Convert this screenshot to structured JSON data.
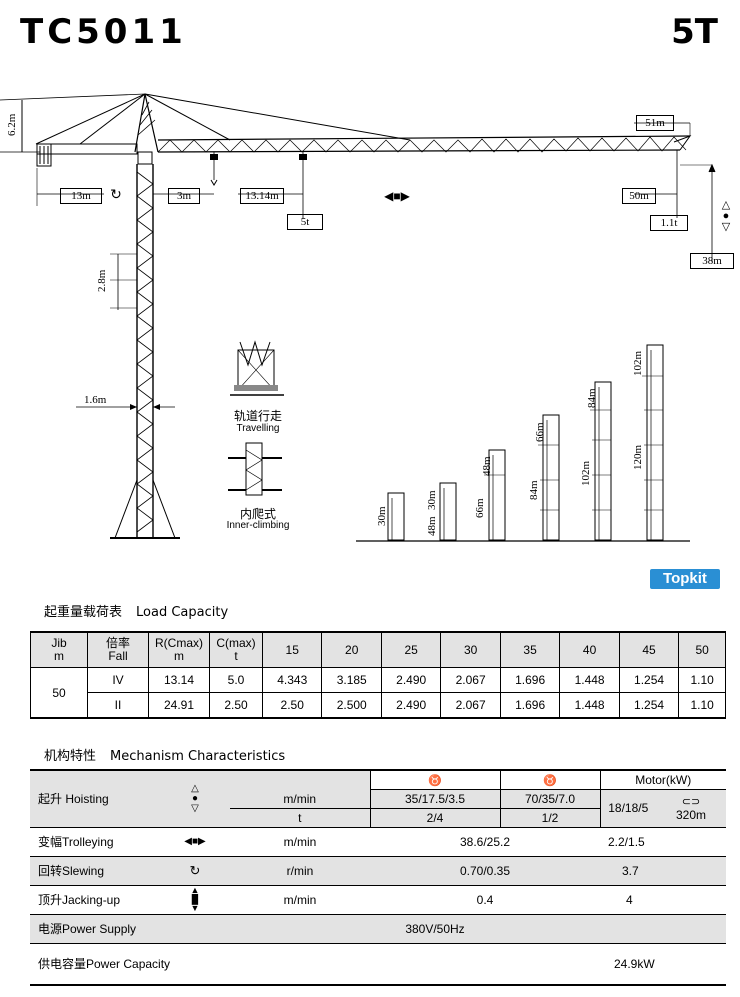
{
  "header": {
    "model": "TC5011",
    "capacity": "5T"
  },
  "diagram": {
    "dims": {
      "height_top": "6.2m",
      "counter_jib": "13m",
      "trolley_start": "3m",
      "radius": "13.14m",
      "max_load": "5t",
      "jib_tip": "51m",
      "radius_end": "50m",
      "tip_load": "1.1t",
      "hook_height": "38m",
      "section": "2.8m",
      "mast_width": "1.6m"
    },
    "modes": {
      "travelling_cn": "轨道行走",
      "travelling_en": "Travelling",
      "climbing_cn": "内爬式",
      "climbing_en": "Inner-climbing"
    },
    "heights": {
      "h1": "30m",
      "h2_top": "30m",
      "h2_bottom": "48m",
      "h3_top": "48m",
      "h3_bottom": "66m",
      "h4_top": "66m",
      "h4_bottom": "84m",
      "h5_top": "84m",
      "h5_bottom": "102m",
      "h6_top": "102m",
      "h6_bottom": "120m"
    },
    "brand": "Topkit"
  },
  "load_capacity": {
    "title_cn": "起重量载荷表",
    "title_en": "Load Capacity",
    "headers": {
      "jib": "Jib",
      "jib_unit": "m",
      "fall_cn": "倍率",
      "fall": "Fall",
      "rmax": "R(Cmax)",
      "rmax_unit": "m",
      "cmax": "C(max)",
      "cmax_unit": "t",
      "radii": [
        "15",
        "20",
        "25",
        "30",
        "35",
        "40",
        "45",
        "50"
      ]
    },
    "jib_length": "50",
    "rows": [
      {
        "fall": "IV",
        "r": "13.14",
        "c": "5.0",
        "values": [
          "4.343",
          "3.185",
          "2.490",
          "2.067",
          "1.696",
          "1.448",
          "1.254",
          "1.10"
        ]
      },
      {
        "fall": "II",
        "r": "24.91",
        "c": "2.50",
        "values": [
          "2.50",
          "2.500",
          "2.490",
          "2.067",
          "1.696",
          "1.448",
          "1.254",
          "1.10"
        ]
      }
    ]
  },
  "mechanism": {
    "title_cn": "机构特性",
    "title_en": "Mechanism Characteristics",
    "motor": "Motor(kW)",
    "hoisting": {
      "label": "起升 Hoisting",
      "unit1": "m/min",
      "unit2": "t",
      "speed_iv": "35/17.5/3.5",
      "load_iv": "2/4",
      "speed_ii": "70/35/7.0",
      "load_ii": "1/2",
      "motor": "18/18/5",
      "rope": "320m"
    },
    "trolleying": {
      "label": "变幅Trolleying",
      "unit": "m/min",
      "value": "38.6/25.2",
      "motor": "2.2/1.5"
    },
    "slewing": {
      "label": "回转Slewing",
      "unit": "r/min",
      "value": "0.70/0.35",
      "motor": "3.7"
    },
    "jacking": {
      "label": "顶升Jacking-up",
      "unit": "m/min",
      "value": "0.4",
      "motor": "4"
    },
    "power_supply": {
      "label": "电源Power Supply",
      "value": "380V/50Hz"
    },
    "power_capacity": {
      "label": "供电容量Power Capacity",
      "value": "24.9kW"
    }
  }
}
